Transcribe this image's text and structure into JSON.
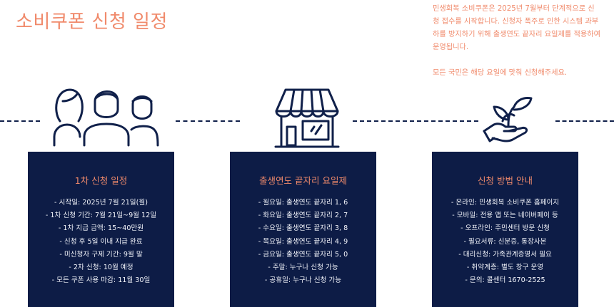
{
  "title": "소비쿠폰 신청 일정",
  "intro": {
    "paragraph1": "민생회복 소비쿠폰은 2025년 7월부터 단계적으로 신청 접수를 시작합니다. 신청자 폭주로 인한 시스템 과부하를 방지하기 위해 출생연도 끝자리 요일제를 적용하여 운영됩니다.",
    "paragraph2": "모든 국민은 해당 요일에 맞춰 신청해주세요."
  },
  "colors": {
    "accent": "#f08a6b",
    "navy": "#0d1c46"
  },
  "icons": {
    "people": "people-group-icon",
    "store": "storefront-icon",
    "plant": "plant-in-hand-icon"
  },
  "cards": [
    {
      "title": "1차 신청 일정",
      "items": [
        "- 시작일: 2025년 7월 21일(월)",
        "- 1차 신청 기간: 7월 21일~9월 12일",
        "- 1차 지급 금액: 15~40만원",
        "- 신청 후 5일 이내 지급 완료",
        "- 미신청자 구제 기간: 9월 말",
        "- 2차 신청: 10월 예정",
        "- 모든 쿠폰 사용 마감: 11월 30일"
      ]
    },
    {
      "title": "출생연도 끝자리 요일제",
      "items": [
        "- 월요일: 출생연도 끝자리 1, 6",
        "- 화요일: 출생연도 끝자리 2, 7",
        "- 수요일: 출생연도 끝자리 3, 8",
        "- 목요일: 출생연도 끝자리 4, 9",
        "- 금요일: 출생연도 끝자리 5, 0",
        "- 주말: 누구나 신청 가능",
        "- 공휴일: 누구나 신청 가능"
      ]
    },
    {
      "title": "신청 방법 안내",
      "items": [
        "- 온라인: 민생회복 소비쿠폰 홈페이지",
        "- 모바일: 전용 앱 또는 네이버페이 등",
        "- 오프라인: 주민센터 방문 신청",
        "- 필요서류: 신분증, 통장사본",
        "- 대리신청: 가족관계증명서 필요",
        "- 취약계층: 별도 창구 운영",
        "- 문의: 콜센터 1670-2525"
      ]
    }
  ]
}
